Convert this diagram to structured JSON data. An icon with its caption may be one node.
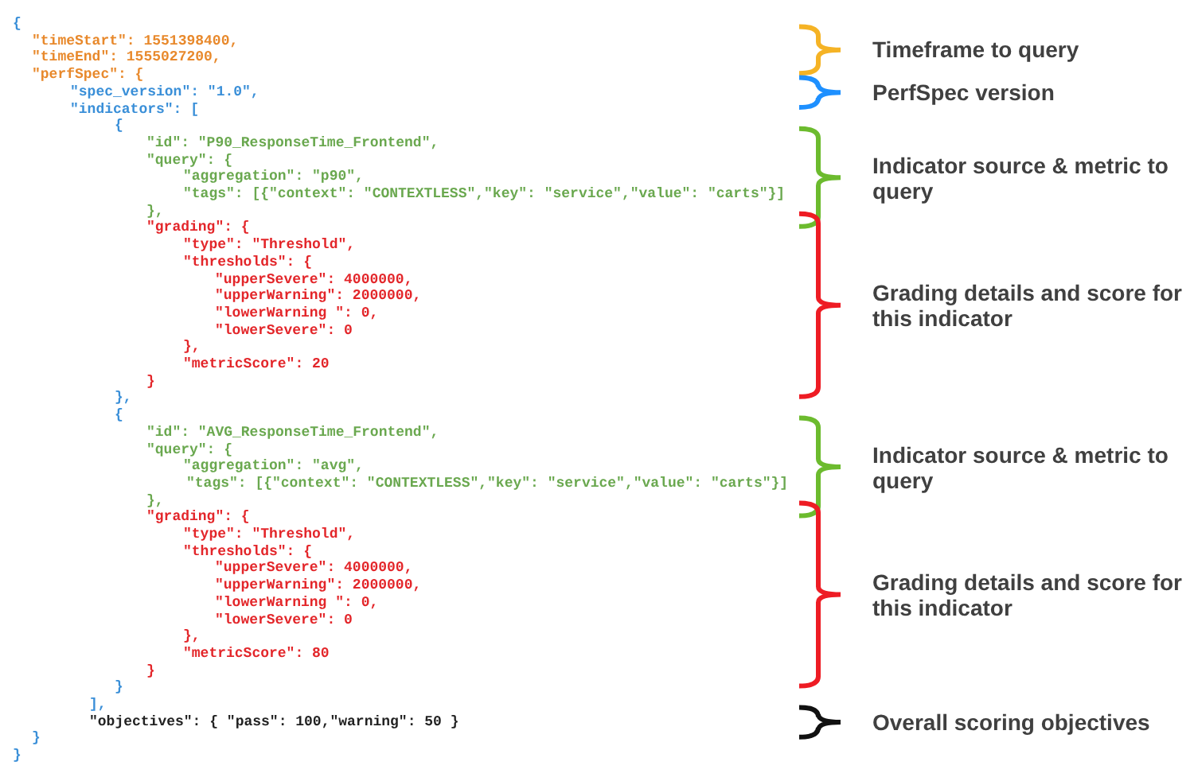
{
  "diagram": {
    "labels": [
      "{",
      "\"timeStart\": 1551398400,",
      "\"timeEnd\": 1555027200,",
      "\"perfSpec\": {",
      "\"spec_version\": \"1.0\",",
      "\"indicators\": [",
      "{",
      "\"id\": \"P90_ResponseTime_Frontend\",",
      "\"query\": {",
      "\"aggregation\": \"p90\",",
      "\"tags\": [{\"context\": \"CONTEXTLESS\",\"key\": \"service\",\"value\": \"carts\"}]",
      "},",
      "\"grading\": {",
      "\"type\": \"Threshold\",",
      "\"thresholds\": {",
      "\"upperSevere\": 4000000,",
      "\"upperWarning\": 2000000,",
      "\"lowerWarning \": 0,",
      "\"lowerSevere\": 0",
      "},",
      "\"metricScore\": 20",
      "}",
      "},",
      "{",
      "\"id\": \"AVG_ResponseTime_Frontend\",",
      "\"query\": {",
      "\"aggregation\": \"avg\",",
      "\"tags\": [{\"context\": \"CONTEXTLESS\",\"key\": \"service\",\"value\": \"carts\"}]",
      "},",
      "\"grading\": {",
      "\"type\": \"Threshold\",",
      "\"thresholds\": {",
      "\"upperSevere\": 4000000,",
      "\"upperWarning\": 2000000,",
      "\"lowerWarning \": 0,",
      "\"lowerSevere\": 0",
      "},",
      "\"metricScore\": 80",
      "}",
      "}",
      "],",
      "\"objectives\": { \"pass\": 100,\"warning\": 50 }",
      "}",
      "}",
      "Timeframe to query",
      "PerfSpec version",
      "Indicator source & metric to query",
      "Grading details and score for this indicator",
      "Indicator source & metric to query",
      "Grading details and score for this indicator",
      "Overall scoring objectives"
    ]
  }
}
